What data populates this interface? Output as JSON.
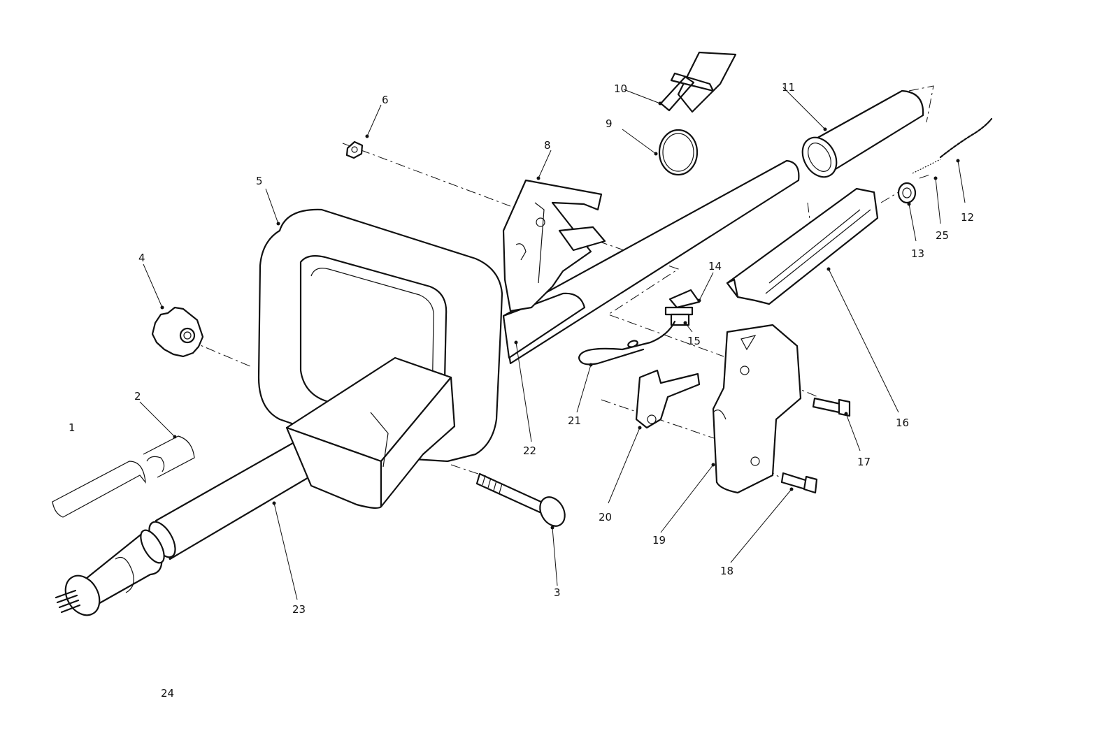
{
  "diagram": {
    "callouts": [
      {
        "id": "1",
        "text": "1"
      },
      {
        "id": "2",
        "text": "2"
      },
      {
        "id": "3",
        "text": "3"
      },
      {
        "id": "4",
        "text": "4"
      },
      {
        "id": "5",
        "text": "5"
      },
      {
        "id": "6",
        "text": "6"
      },
      {
        "id": "8",
        "text": "8"
      },
      {
        "id": "9",
        "text": "9"
      },
      {
        "id": "10",
        "text": "10"
      },
      {
        "id": "11",
        "text": "11"
      },
      {
        "id": "12",
        "text": "12"
      },
      {
        "id": "13",
        "text": "13"
      },
      {
        "id": "14",
        "text": "14"
      },
      {
        "id": "15",
        "text": "15"
      },
      {
        "id": "16",
        "text": "16"
      },
      {
        "id": "17",
        "text": "17"
      },
      {
        "id": "18",
        "text": "18"
      },
      {
        "id": "19",
        "text": "19"
      },
      {
        "id": "20",
        "text": "20"
      },
      {
        "id": "21",
        "text": "21"
      },
      {
        "id": "22",
        "text": "22"
      },
      {
        "id": "23",
        "text": "23"
      },
      {
        "id": "24",
        "text": "24"
      },
      {
        "id": "25",
        "text": "25"
      }
    ]
  }
}
